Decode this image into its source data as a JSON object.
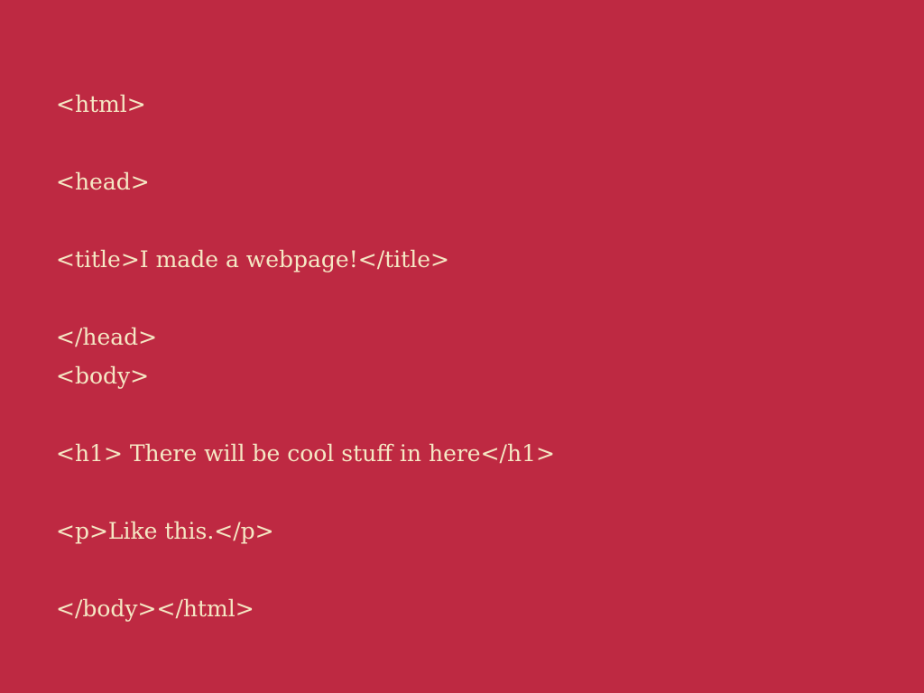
{
  "colors": {
    "background": "#BE2942",
    "text": "#F5E7C4"
  },
  "code_lines": [
    "<html>",
    "<head>",
    "<title>I made a webpage!</title>",
    "</head>",
    "<body>",
    "<h1> There will be cool stuff in here</h1>",
    "<p>Like this.</p>",
    "</body></html>"
  ]
}
